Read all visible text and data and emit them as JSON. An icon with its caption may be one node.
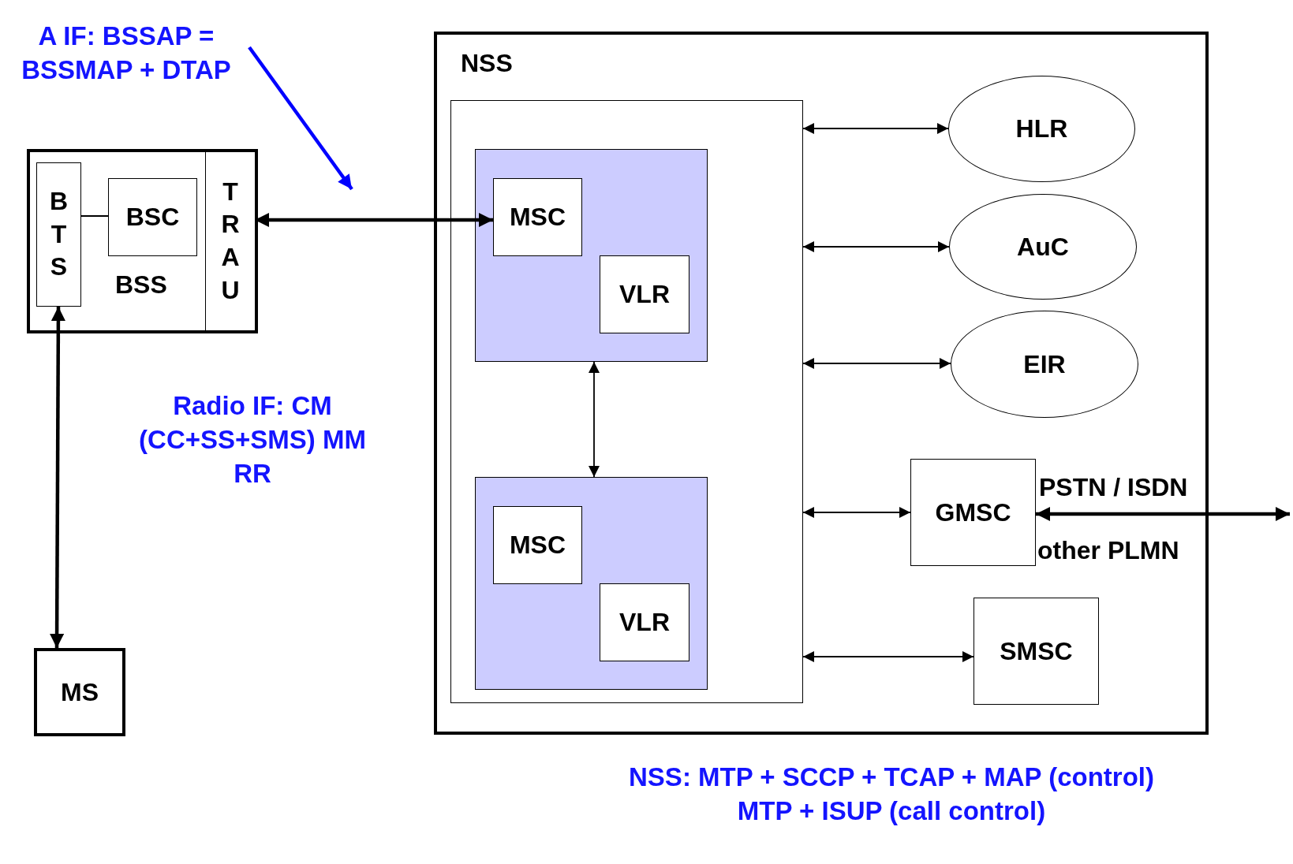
{
  "diagram": {
    "nodes": [
      {
        "text": [
          "BSS"
        ]
      },
      {
        "text": [
          "BTS"
        ],
        "in": 0
      },
      {
        "text": [
          "BSC"
        ],
        "in": 0
      },
      {
        "text": [
          "TRAU"
        ],
        "in": 0
      },
      {
        "text": [
          "MS"
        ]
      },
      {
        "text": [
          "NSS"
        ]
      },
      {
        "text": [],
        "shape": "box",
        "in": 5
      },
      {
        "text": [],
        "shape": "box",
        "in": 6
      },
      {
        "text": [
          "MSC"
        ],
        "in": 7
      },
      {
        "text": [
          "VLR"
        ],
        "in": 7
      },
      {
        "text": [],
        "shape": "box",
        "in": 6
      },
      {
        "text": [
          "MSC"
        ],
        "in": 10
      },
      {
        "text": [
          "VLR"
        ],
        "in": 10
      },
      {
        "text": [
          "HLR"
        ],
        "in": 5
      },
      {
        "text": [
          "AuC"
        ],
        "in": 5
      },
      {
        "text": [
          "EIR"
        ],
        "in": 5
      },
      {
        "text": [
          "GMSC"
        ],
        "in": 5
      },
      {
        "text": [
          "SMSC"
        ],
        "in": 5
      },
      {
        "text": [
          "A IF: BSSAP = BSSMAP + DTAP"
        ]
      }
    ],
    "edges": [
      {
        "from": 1,
        "to": 2,
        "arrow": "none"
      },
      {
        "from": 3,
        "to": 8,
        "arrow": "both",
        "style": "thick"
      },
      {
        "from": 1,
        "to": 4,
        "arrow": "both",
        "style": "thick"
      },
      {
        "from": 7,
        "to": 10,
        "arrow": "both"
      },
      {
        "from": 6,
        "to": 13,
        "arrow": "both"
      },
      {
        "from": 6,
        "to": 14,
        "arrow": "both"
      },
      {
        "from": 6,
        "to": 15,
        "arrow": "both"
      },
      {
        "from": 6,
        "to": 16,
        "arrow": "both"
      },
      {
        "from": 6,
        "to": 17,
        "arrow": "both"
      },
      {
        "from": 16,
        "to": null,
        "arrow": "both",
        "style": "thick",
        "label": "PSTN / ISDN"
      },
      {
        "from": 18,
        "to": null,
        "arrow": "to",
        "style": "thick",
        "color": "#0000ff"
      }
    ],
    "labels": [
      "other PLMN",
      "Radio IF: CM (CC+SS+SMS) MM RR",
      "NSS: MTP + SCCP + TCAP + MAP (control) MTP + ISUP (call control)"
    ]
  }
}
